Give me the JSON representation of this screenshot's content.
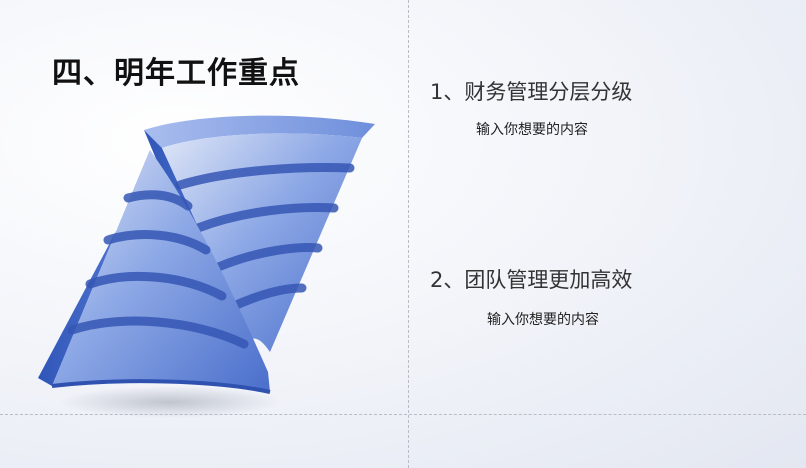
{
  "slide": {
    "title": "四、明年工作重点",
    "items": [
      {
        "heading": "1、财务管理分层分级",
        "description": "输入你想要的内容"
      },
      {
        "heading": "2、团队管理更加高效",
        "description": "输入你想要的内容"
      }
    ]
  },
  "colors": {
    "block_light": "#c9d6f2",
    "block_mid": "#7e9be0",
    "block_dark": "#3a5fc2",
    "guide": "#b9bcc4"
  }
}
